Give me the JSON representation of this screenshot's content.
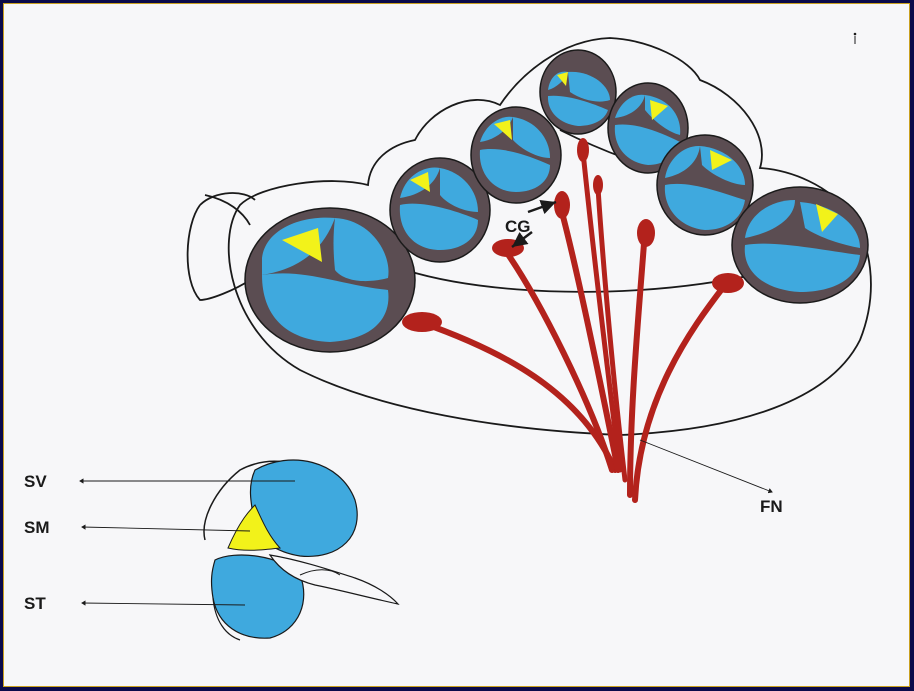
{
  "labels": {
    "cg": "CG",
    "fn": "FN",
    "sv": "SV",
    "sm": "SM",
    "st": "ST"
  },
  "colors": {
    "frame": "#0a0a4a",
    "frame_line": "#c9a020",
    "paper": "#f7f7f9",
    "scala_fluid": "#3fa9de",
    "scala_media": "#f2f21a",
    "bony_wall": "#5b4d52",
    "nerve": "#b3221c",
    "outline": "#1a1a1a"
  },
  "icons": {
    "arrow": "arrow-icon",
    "corner_mark": "corner-mark-icon"
  }
}
